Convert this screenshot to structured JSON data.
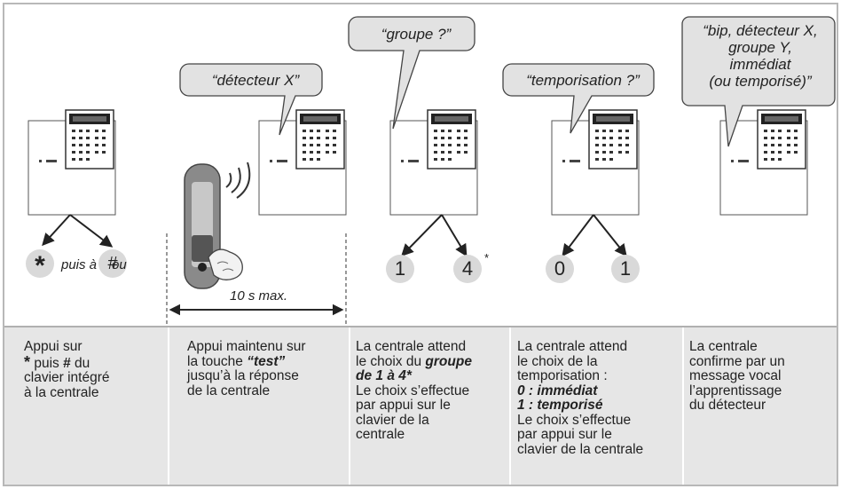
{
  "bubbles": {
    "b2": "“détecteur X”",
    "b3": "“groupe ?”",
    "b4": "“temporisation ?”",
    "b5_lines": [
      "“bip, détecteur X,",
      "groupe Y,",
      "immédiat",
      "(ou temporisé)”"
    ]
  },
  "keys": {
    "step1": {
      "star": "*",
      "mid": "puis à",
      "hash": "#",
      "mid_tail": "ou"
    },
    "step3": {
      "left": "1",
      "right": "4",
      "note": "*"
    },
    "step4": {
      "left": "0",
      "right": "1"
    }
  },
  "timing_label": "10 s max.",
  "descriptions": {
    "d1": {
      "l1": "Appui sur",
      "star": "*",
      "l2b": " puis ",
      "hash": "#",
      "l2c": " du",
      "l3": "clavier intégré",
      "l4": "à la centrale"
    },
    "d2": {
      "l1": "Appui maintenu sur",
      "l2a": "la touche ",
      "l2b": "“test”",
      "l3": "jusqu’à la réponse",
      "l4": "de la centrale"
    },
    "d3": {
      "l1": "La centrale attend",
      "l2a": "le choix du ",
      "l2b": "groupe",
      "l3": "de 1 à 4*",
      "l4": "Le choix s’effectue",
      "l5": "par appui sur le",
      "l6": "clavier de la",
      "l7": "centrale"
    },
    "d4": {
      "l1": "La centrale attend",
      "l2": "le choix de la",
      "l3": "temporisation :",
      "l4": "0 : immédiat",
      "l5": "1 : temporisé",
      "l6": "Le choix s’effectue",
      "l7": "par appui sur le",
      "l8": "clavier de la centrale"
    },
    "d5": {
      "l1": "La centrale",
      "l2": "confirme par un",
      "l3": "message vocal",
      "l4": "l’apprentissage",
      "l5": "du détecteur"
    }
  }
}
